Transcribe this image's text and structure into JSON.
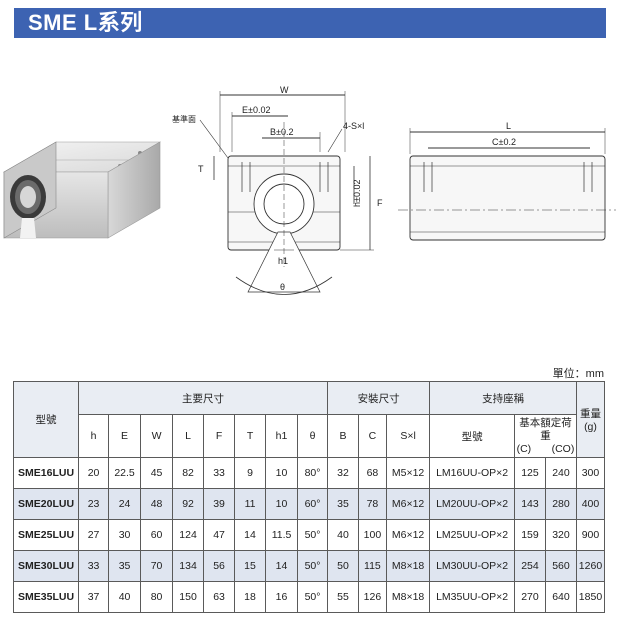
{
  "title": "SME L系列",
  "unit_label": "單位：mm",
  "drawing": {
    "label_base": "基準面",
    "label_W": "W",
    "label_E": "E±0.02",
    "label_B": "B±0.2",
    "label_S": "4-S×l",
    "label_T": "T",
    "label_h": "h±0.02",
    "label_F": "F",
    "label_h1": "h1",
    "label_theta": "θ",
    "label_L": "L",
    "label_C": "C±0.2"
  },
  "table": {
    "head": {
      "model": "型號",
      "main_dims": "主要尺寸",
      "mount_dims": "安裝尺寸",
      "support": "支持座稱",
      "weight": "重量",
      "weight_unit": "(g)",
      "cols_main": [
        "h",
        "E",
        "W",
        "L",
        "F",
        "T",
        "h1",
        "θ"
      ],
      "cols_mount": [
        "B",
        "C",
        "S×l"
      ],
      "support_model": "型號",
      "load_label": "基本額定荷重",
      "load_c": "(C)",
      "load_c0": "(CO)"
    },
    "rows": [
      {
        "model": "SME16LUU",
        "h": "20",
        "E": "22.5",
        "W": "45",
        "L": "82",
        "F": "33",
        "T": "9",
        "h1": "10",
        "theta": "80°",
        "B": "32",
        "C": "68",
        "S": "M5×12",
        "support": "LM16UU-OP×2",
        "c": "125",
        "c0": "240",
        "weight": "300"
      },
      {
        "model": "SME20LUU",
        "h": "23",
        "E": "24",
        "W": "48",
        "L": "92",
        "F": "39",
        "T": "11",
        "h1": "10",
        "theta": "60°",
        "B": "35",
        "C": "78",
        "S": "M6×12",
        "support": "LM20UU-OP×2",
        "c": "143",
        "c0": "280",
        "weight": "400"
      },
      {
        "model": "SME25LUU",
        "h": "27",
        "E": "30",
        "W": "60",
        "L": "124",
        "F": "47",
        "T": "14",
        "h1": "11.5",
        "theta": "50°",
        "B": "40",
        "C": "100",
        "S": "M6×12",
        "support": "LM25UU-OP×2",
        "c": "159",
        "c0": "320",
        "weight": "900"
      },
      {
        "model": "SME30LUU",
        "h": "33",
        "E": "35",
        "W": "70",
        "L": "134",
        "F": "56",
        "T": "15",
        "h1": "14",
        "theta": "50°",
        "B": "50",
        "C": "115",
        "S": "M8×18",
        "support": "LM30UU-OP×2",
        "c": "254",
        "c0": "560",
        "weight": "1260"
      },
      {
        "model": "SME35LUU",
        "h": "37",
        "E": "40",
        "W": "80",
        "L": "150",
        "F": "63",
        "T": "18",
        "h1": "16",
        "theta": "50°",
        "B": "55",
        "C": "126",
        "S": "M8×18",
        "support": "LM35UU-OP×2",
        "c": "270",
        "c0": "640",
        "weight": "1850"
      }
    ]
  }
}
